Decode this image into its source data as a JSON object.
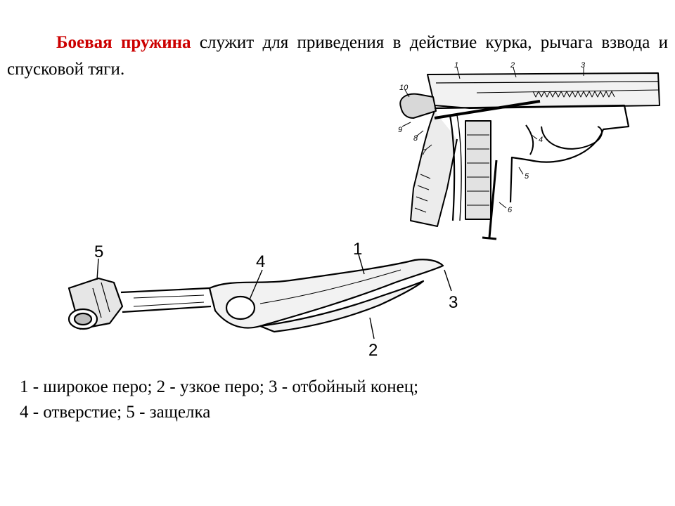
{
  "intro": {
    "term": "Боевая пружина",
    "text": " служит для приведения в действие курка, рычага взвода и спусковой тяги."
  },
  "pistol_figure": {
    "callouts": [
      "1",
      "2",
      "3",
      "4",
      "5",
      "6",
      "7",
      "8",
      "9",
      "10"
    ]
  },
  "spring_figure": {
    "callouts": [
      "1",
      "2",
      "3",
      "4",
      "5"
    ]
  },
  "legend": {
    "line1": "1 - широкое перо; 2 - узкое перо; 3 - отбойный конец;",
    "line2": "4 - отверстие; 5 - защелка"
  },
  "colors": {
    "term": "#cc0000",
    "text": "#000000",
    "background": "#ffffff"
  }
}
